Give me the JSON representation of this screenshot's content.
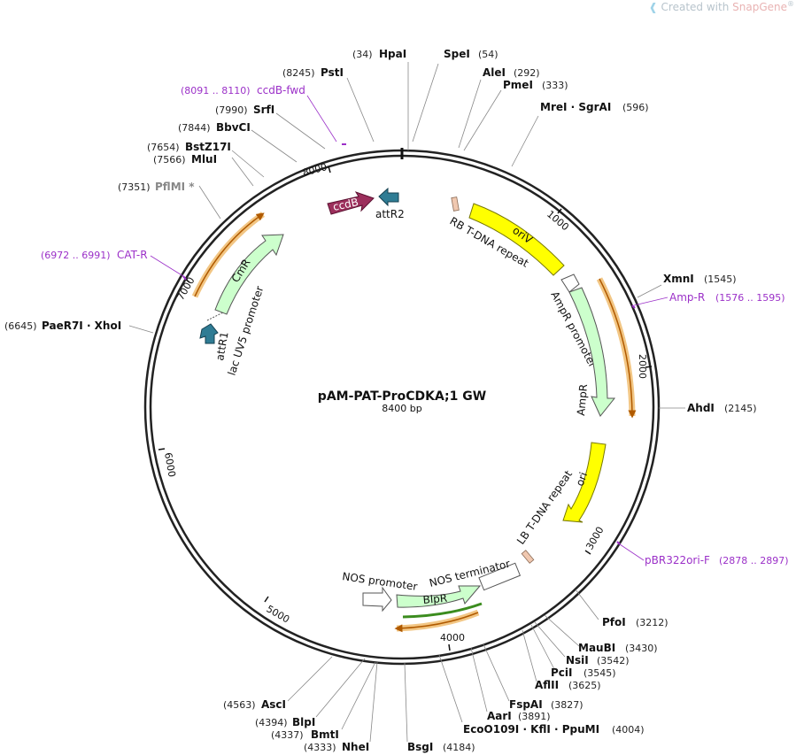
{
  "credit": {
    "prefix": "Created with ",
    "brand": "SnapGene",
    "mark": "®"
  },
  "plasmid": {
    "name": "pAM-PAT-ProCDKA;1 GW",
    "size_label": "8400 bp"
  },
  "ticks": [
    "1000",
    "2000",
    "3000",
    "4000",
    "5000",
    "6000",
    "7000",
    "8000"
  ],
  "sites": [
    {
      "id": "hpai",
      "pos": "(34)",
      "name": "HpaI"
    },
    {
      "id": "spei",
      "pos": "(54)",
      "name": "SpeI"
    },
    {
      "id": "alei",
      "pos": "(292)",
      "name": "AleI"
    },
    {
      "id": "pmei",
      "pos": "(333)",
      "name": "PmeI"
    },
    {
      "id": "mrei",
      "pos": "(596)",
      "name": "MreI · SgrAI"
    },
    {
      "id": "xmni",
      "pos": "(1545)",
      "name": "XmnI"
    },
    {
      "id": "ahdi",
      "pos": "(2145)",
      "name": "AhdI"
    },
    {
      "id": "pfoi",
      "pos": "(3212)",
      "name": "PfoI"
    },
    {
      "id": "maubi",
      "pos": "(3430)",
      "name": "MauBI"
    },
    {
      "id": "nsii",
      "pos": "(3542)",
      "name": "NsiI"
    },
    {
      "id": "pcii",
      "pos": "(3545)",
      "name": "PciI"
    },
    {
      "id": "aflii",
      "pos": "(3625)",
      "name": "AflII"
    },
    {
      "id": "fspai",
      "pos": "(3827)",
      "name": "FspAI"
    },
    {
      "id": "aari",
      "pos": "(3891)",
      "name": "AarI"
    },
    {
      "id": "ecoo",
      "pos": "(4004)",
      "name": "EcoO109I · KflI · PpuMI"
    },
    {
      "id": "bsgi",
      "pos": "(4184)",
      "name": "BsgI"
    },
    {
      "id": "nhei",
      "pos": "(4333)",
      "name": "NheI"
    },
    {
      "id": "bmti",
      "pos": "(4337)",
      "name": "BmtI"
    },
    {
      "id": "blpi",
      "pos": "(4394)",
      "name": "BlpI"
    },
    {
      "id": "asci",
      "pos": "(4563)",
      "name": "AscI"
    },
    {
      "id": "paer",
      "pos": "(6645)",
      "name": "PaeR7I · XhoI"
    },
    {
      "id": "pflmi",
      "pos": "(7351)",
      "name": "PflMI *"
    },
    {
      "id": "mlui",
      "pos": "(7566)",
      "name": "MluI"
    },
    {
      "id": "bstz",
      "pos": "(7654)",
      "name": "BstZ17I"
    },
    {
      "id": "bbvci",
      "pos": "(7844)",
      "name": "BbvCI"
    },
    {
      "id": "srfi",
      "pos": "(7990)",
      "name": "SrfI"
    },
    {
      "id": "psti",
      "pos": "(8245)",
      "name": "PstI"
    }
  ],
  "primers": [
    {
      "id": "ccdbfwd",
      "range": "(8091 .. 8110)",
      "name": "ccdB-fwd"
    },
    {
      "id": "ampr",
      "range": "(1576 .. 1595)",
      "name": "Amp-R"
    },
    {
      "id": "pbr",
      "range": "(2878 .. 2897)",
      "name": "pBR322ori-F"
    },
    {
      "id": "catr",
      "range": "(6972 .. 6991)",
      "name": "CAT-R"
    }
  ],
  "features": {
    "ccdB": "ccdB",
    "attR2": "attR2",
    "rb_repeat": "RB T-DNA repeat",
    "oriV": "oriV",
    "ampr_promoter": "AmpR promoter",
    "ampR": "AmpR",
    "ori": "ori",
    "lb_repeat": "LB T-DNA repeat",
    "nos_terminator": "NOS terminator",
    "nos_promoter": "NOS promoter",
    "blpR": "BlpR",
    "cmR": "CmR",
    "lac_uv5": "lac UV5 promoter",
    "attR1": "attR1"
  },
  "colors": {
    "backbone": "#222222",
    "ccdB": "#9c2f5c",
    "attR": "#2f7c94",
    "oriV": "#ffff00",
    "ori": "#ffff00",
    "resistance": "#ccffcc",
    "primer": "#9b30c8",
    "primer_bar": "#e8a33a",
    "repeat": "#f0c8b0"
  }
}
